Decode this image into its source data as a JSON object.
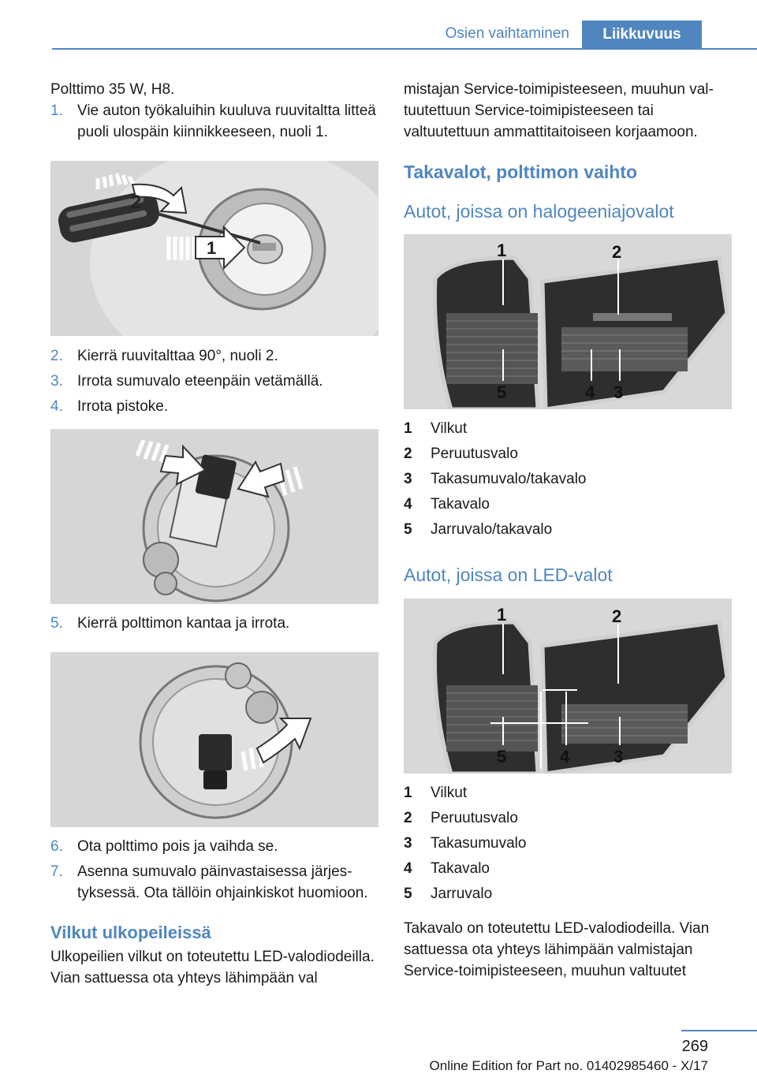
{
  "header": {
    "section": "Osien vaihtaminen",
    "chapter": "Liikkuvuus"
  },
  "left": {
    "intro": "Polttimo 35 W, H8.",
    "steps_a": [
      {
        "num": "1.",
        "text": "Vie auton työkaluihin kuuluva ruuvitaltta lit­teä puoli ulospäin kiinnikkeeseen, nuoli 1."
      }
    ],
    "fig1_labels": [
      "2",
      "1"
    ],
    "steps_b": [
      {
        "num": "2.",
        "text": "Kierrä ruuvitalttaa 90°, nuoli 2."
      },
      {
        "num": "3.",
        "text": "Irrota sumuvalo eteenpäin vetämällä."
      },
      {
        "num": "4.",
        "text": "Irrota pistoke."
      }
    ],
    "steps_c": [
      {
        "num": "5.",
        "text": "Kierrä polttimon kantaa ja irrota."
      }
    ],
    "steps_d": [
      {
        "num": "6.",
        "text": "Ota polttimo pois ja vaihda se."
      },
      {
        "num": "7.",
        "text": "Asenna sumuvalo päinvastaisessa järjes­tyksessä. Ota tällöin ohjainkiskot huomi­oon."
      }
    ],
    "heading_mirror": "Vilkut ulkopeileissä",
    "mirror_text": "Ulkopeilien vilkut on toteutettu LED-valodio­deilla. Vian sattuessa ota yhteys lähimpään val­"
  },
  "right": {
    "cont_text": "mistajan Service-toimipisteeseen, muuhun val­tuutettuun Service-toimipisteeseen tai valtuutettuun ammattitaitoiseen korjaamoon.",
    "heading_main": "Takavalot, polttimon vaihto",
    "heading_halogen": "Autot, joissa on halogeeniajovalot",
    "fig_halogen_labels": [
      "1",
      "2",
      "5",
      "4",
      "3"
    ],
    "legend_halogen": [
      {
        "num": "1",
        "label": "Vilkut"
      },
      {
        "num": "2",
        "label": "Peruutusvalo"
      },
      {
        "num": "3",
        "label": "Takasumuvalo/takavalo"
      },
      {
        "num": "4",
        "label": "Takavalo"
      },
      {
        "num": "5",
        "label": "Jarruvalo/takavalo"
      }
    ],
    "heading_led": "Autot, joissa on LED-valot",
    "fig_led_labels": [
      "1",
      "2",
      "5",
      "4",
      "3"
    ],
    "legend_led": [
      {
        "num": "1",
        "label": "Vilkut"
      },
      {
        "num": "2",
        "label": "Peruutusvalo"
      },
      {
        "num": "3",
        "label": "Takasumuvalo"
      },
      {
        "num": "4",
        "label": "Takavalo"
      },
      {
        "num": "5",
        "label": "Jarruvalo"
      }
    ],
    "led_text": "Takavalo on toteutettu LED-valodiodeilla. Vian sattuessa ota yhteys lähimpään valmistajan Service-toimipisteeseen, muuhun valtuutet­"
  },
  "footer": {
    "page_number": "269",
    "edition": "Online Edition for Part no. 01402985460 - X/17"
  }
}
